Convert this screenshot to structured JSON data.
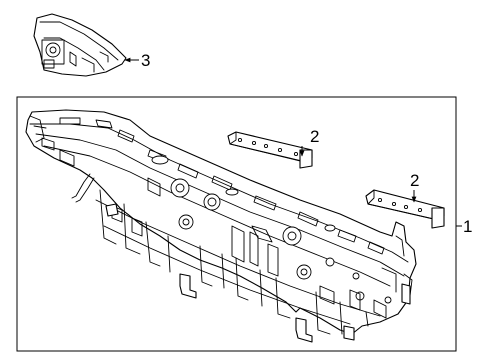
{
  "diagram": {
    "callouts": [
      {
        "id": "callout-1",
        "text": "1"
      },
      {
        "id": "callout-2a",
        "text": "2"
      },
      {
        "id": "callout-2b",
        "text": "2"
      },
      {
        "id": "callout-3",
        "text": "3"
      }
    ],
    "parts": [
      {
        "name": "rear-panel-assembly"
      },
      {
        "name": "upper-reinforcement-left"
      },
      {
        "name": "upper-reinforcement-right"
      },
      {
        "name": "corner-bracket"
      }
    ],
    "colors": {
      "line": "#000000",
      "background": "#ffffff"
    }
  }
}
